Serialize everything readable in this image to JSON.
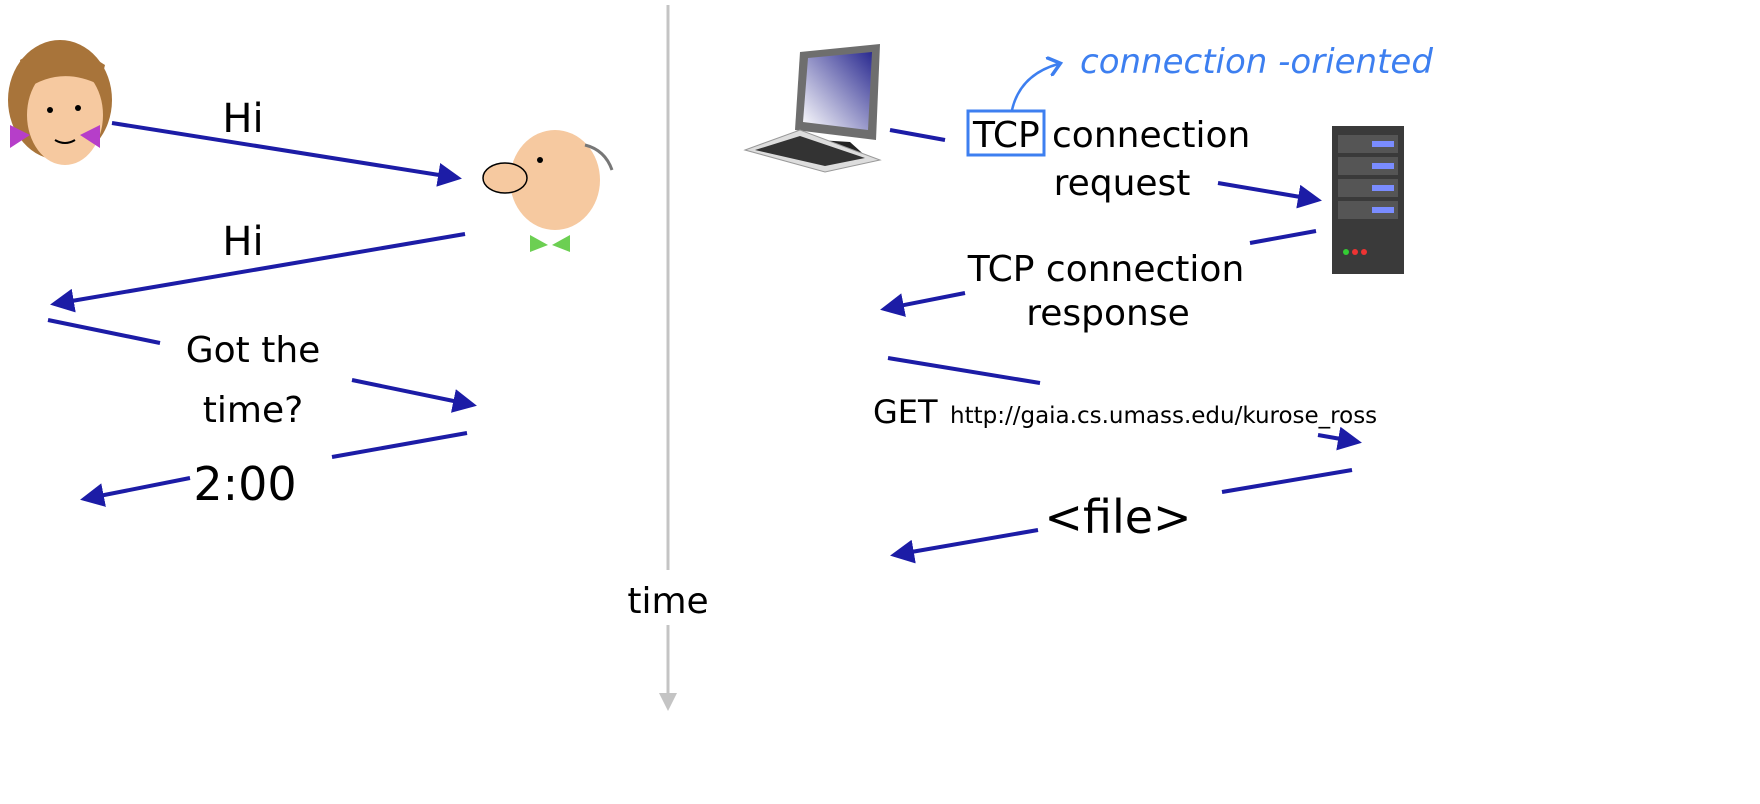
{
  "colors": {
    "arrow": "#1c1ca6",
    "annotation": "#3d7ff0",
    "timeline": "#c4c4c4"
  },
  "left": {
    "msg1": "Hi",
    "msg2": "Hi",
    "msg3_line1": "Got the",
    "msg3_line2": "time?",
    "msg4": "2:00"
  },
  "timeline": {
    "label": "time"
  },
  "right": {
    "annotation": "connection -oriented",
    "req_tcp": "TCP",
    "req_line1": "connection",
    "req_line2": "request",
    "resp_line1": "TCP connection",
    "resp_line2": "response",
    "get_method": "GET",
    "get_url": "http://gaia.cs.umass.edu/kurose_ross",
    "file": "<file>"
  }
}
